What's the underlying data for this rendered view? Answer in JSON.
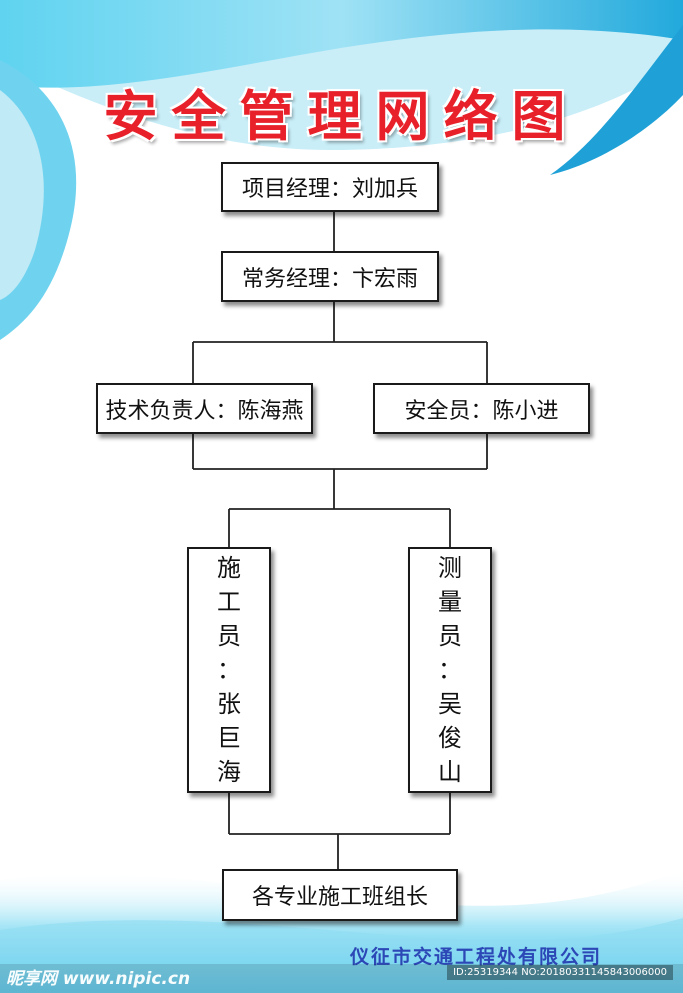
{
  "title": "安全管理网络图",
  "nodes": {
    "project_manager": "项目经理：刘加兵",
    "executive_manager": "常务经理：卞宏雨",
    "technical_lead": "技术负责人：陈海燕",
    "safety_officer": "安全员：陈小进",
    "construction_staff": [
      "施",
      "工",
      "员",
      "：",
      "张",
      "巨",
      "海"
    ],
    "survey_staff": [
      "测",
      "量",
      "员",
      "：",
      "吴",
      "俊",
      "山"
    ],
    "team_leaders": "各专业施工班组长"
  },
  "company": "仪征市交通工程处有限公司",
  "watermark": {
    "site": "昵享网 www.nipic.cn",
    "id": "ID:25319344 NO:20180331145843006000"
  },
  "colors": {
    "title": "#e8202a",
    "company": "#2c47b6",
    "wave_light": "#bfeaf6",
    "wave_mid": "#43c6ea",
    "wave_dark": "#1aa3d8"
  }
}
